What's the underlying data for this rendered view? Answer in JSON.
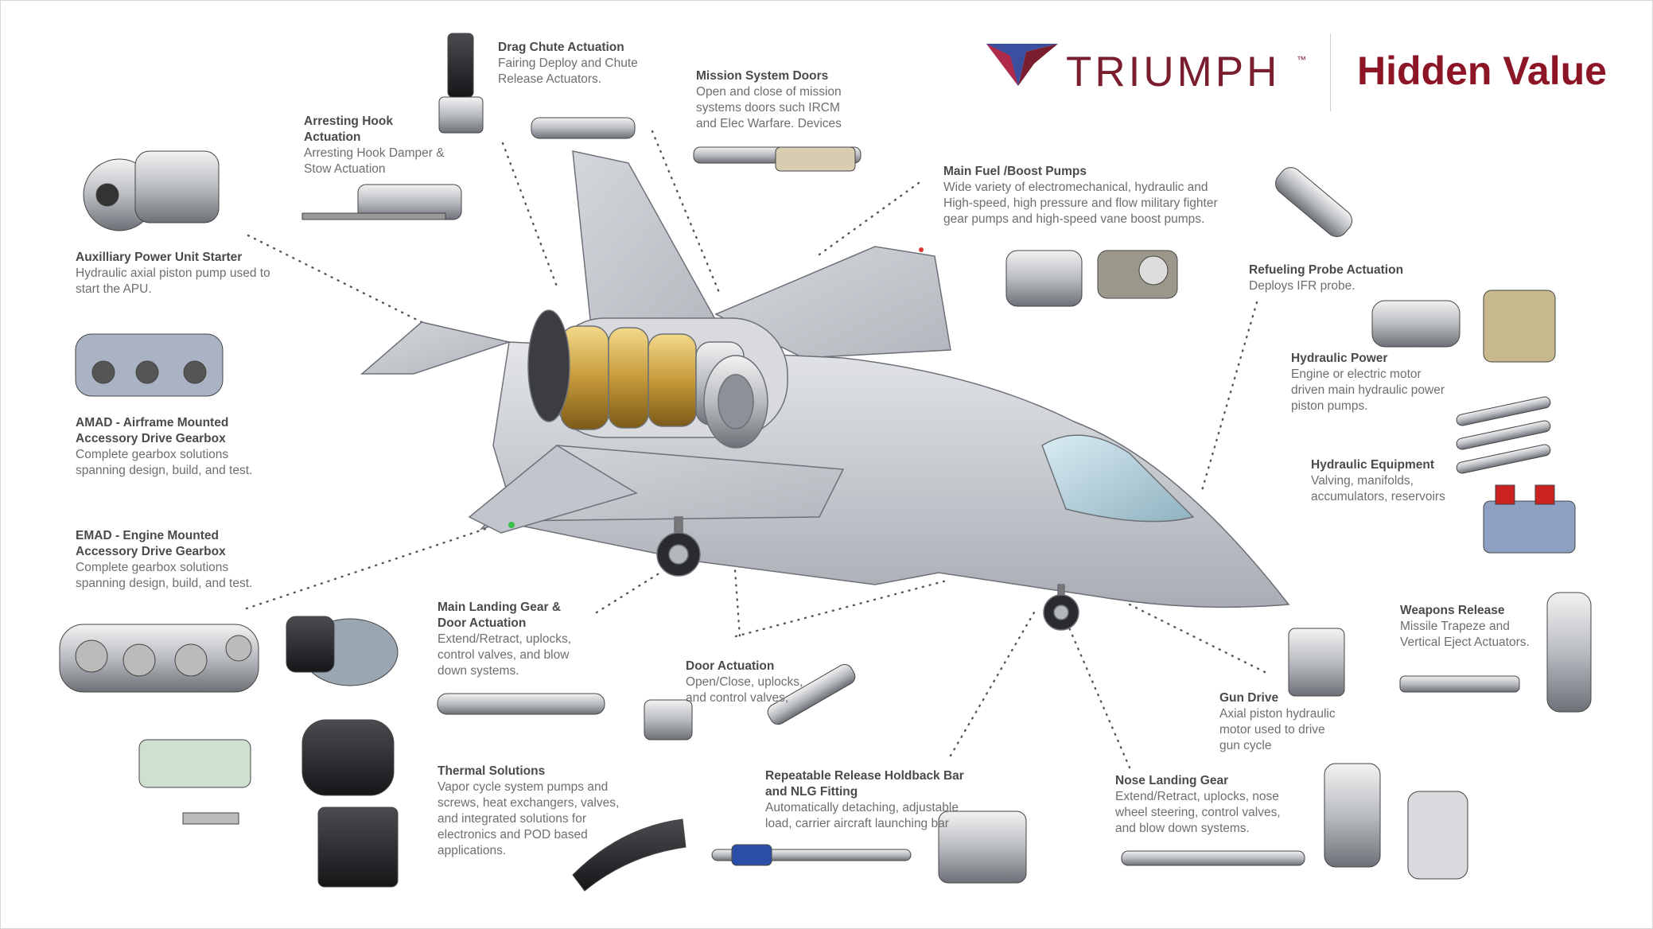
{
  "brand": {
    "name": "TRIUMPH",
    "trademark": "™",
    "tagline": "Hidden Value",
    "colors": {
      "primary": "#7a1d2e",
      "accent_blue": "#3b4fa0",
      "tagline": "#8c1526"
    }
  },
  "callouts": [
    {
      "id": "apu",
      "title": "Auxilliary Power Unit Starter",
      "desc": "Hydraulic axial piston pump used to start the APU."
    },
    {
      "id": "amad",
      "title": "AMAD - Airframe Mounted Accessory Drive Gearbox",
      "desc": "Complete gearbox solutions spanning design, build, and test."
    },
    {
      "id": "emad",
      "title": "EMAD - Engine Mounted Accessory Drive Gearbox",
      "desc": "Complete gearbox solutions spanning design, build, and test."
    },
    {
      "id": "hook",
      "title": "Arresting Hook Actuation",
      "desc": "Arresting Hook Damper & Stow Actuation"
    },
    {
      "id": "chute",
      "title": "Drag Chute Actuation",
      "desc": "Fairing Deploy and Chute Release Actuators."
    },
    {
      "id": "mission",
      "title": "Mission System Doors",
      "desc": "Open and close of mission systems doors such IRCM and Elec Warfare. Devices"
    },
    {
      "id": "fuel",
      "title": "Main Fuel /Boost Pumps",
      "desc": "Wide variety of electromechanical, hydraulic and High-speed, high pressure and flow military fighter gear pumps and high-speed vane boost pumps."
    },
    {
      "id": "refuel",
      "title": "Refueling Probe Actuation",
      "desc": "Deploys IFR probe."
    },
    {
      "id": "hydpower",
      "title": "Hydraulic Power",
      "desc": "Engine or electric motor driven main hydraulic power piston pumps."
    },
    {
      "id": "hydequip",
      "title": "Hydraulic Equipment",
      "desc": "Valving, manifolds, accumulators, reservoirs"
    },
    {
      "id": "weapons",
      "title": "Weapons Release",
      "desc": "Missile Trapeze and Vertical Eject Actuators."
    },
    {
      "id": "gun",
      "title": "Gun Drive",
      "desc": "Axial piston hydraulic motor used to drive gun cycle"
    },
    {
      "id": "mlg",
      "title": "Main Landing Gear & Door Actuation",
      "desc": "Extend/Retract, uplocks, control valves, and blow down systems."
    },
    {
      "id": "door",
      "title": "Door Actuation",
      "desc": "Open/Close, uplocks, and control valves,"
    },
    {
      "id": "thermal",
      "title": "Thermal Solutions",
      "desc": "Vapor cycle system pumps and screws, heat exchangers, valves, and integrated solutions for electronics and POD based applications."
    },
    {
      "id": "holdback",
      "title": "Repeatable Release Holdback Bar and NLG Fitting",
      "desc": "Automatically detaching, adjustable load, carrier aircraft launching bar"
    },
    {
      "id": "nlg",
      "title": "Nose Landing Gear",
      "desc": "Extend/Retract, uplocks, nose wheel steering, control valves, and blow down systems."
    }
  ]
}
